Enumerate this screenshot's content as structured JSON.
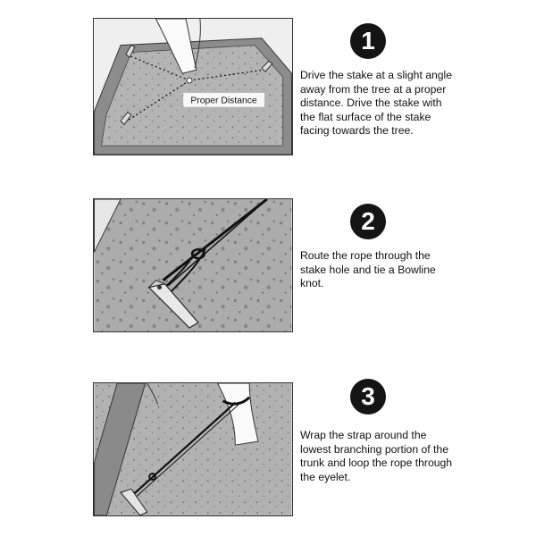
{
  "steps": [
    {
      "number": "1",
      "text": "Drive the stake at a slight angle away from the tree at a proper distance. Drive the stake with the flat surface of the stake facing towards the tree.",
      "callout": "Proper Distance"
    },
    {
      "number": "2",
      "text": "Route the rope through the stake hole and tie a Bowline knot."
    },
    {
      "number": "3",
      "text": "Wrap the strap around the lowest branching portion of the trunk and loop the rope through the eyelet."
    }
  ],
  "colors": {
    "badge": "#141414",
    "concrete": "#a9a9a9",
    "concrete_dark": "#7e7e7e",
    "outline": "#333333"
  }
}
